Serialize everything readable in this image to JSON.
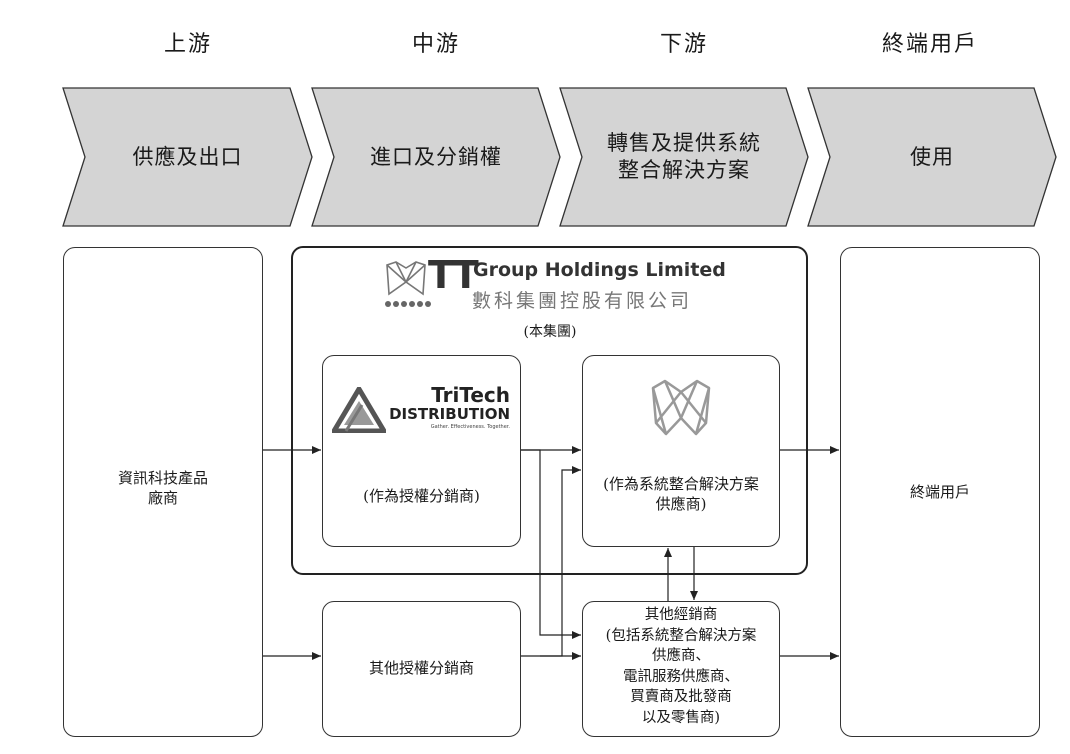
{
  "stages": [
    {
      "label": "上游",
      "chevron": [
        "供應及出口"
      ]
    },
    {
      "label": "中游",
      "chevron": [
        "進口及分銷權"
      ]
    },
    {
      "label": "下游",
      "chevron": [
        "轉售及提供系統",
        "整合解決方案"
      ]
    },
    {
      "label": "終端用戶",
      "chevron": [
        "使用"
      ]
    }
  ],
  "group": {
    "logo_text_en": "Group Holdings Limited",
    "logo_text_zh": "數科集團控股有限公司",
    "logo_mark": "TT",
    "caption": "(本集團)"
  },
  "boxes": {
    "vendor": [
      "資訊科技產品",
      "廠商"
    ],
    "tritech": {
      "brand_line1": "TriTech",
      "brand_line2": "DISTRIBUTION",
      "tagline": "Gather. Effectiveness. Together.",
      "role": "(作為授權分銷商)"
    },
    "si": {
      "role": [
        "(作為系統整合解決方案",
        "供應商)"
      ]
    },
    "other_distributor": "其他授權分銷商",
    "other_dealers": [
      "其他經銷商",
      "(包括系統整合解決方案",
      "供應商、",
      "電訊服務供應商、",
      "買賣商及批發商",
      "以及零售商)"
    ],
    "end_user": "終端用戶"
  },
  "colors": {
    "chevron_fill": "#d4d4d4",
    "stroke": "#333333"
  }
}
